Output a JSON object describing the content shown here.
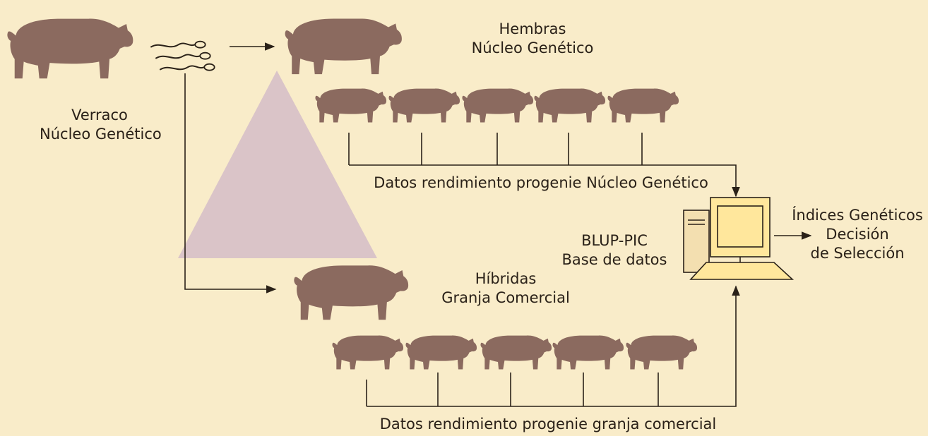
{
  "labels": {
    "boar": [
      "Verraco",
      "Núcleo Genético"
    ],
    "nucleus_females": [
      "Hembras",
      "Núcleo Genético"
    ],
    "hybrids": [
      "Híbridas",
      "Granja Comercial"
    ],
    "database": [
      "BLUP-PIC",
      "Base de datos"
    ],
    "output": [
      "Índices Genéticos",
      "Decisión",
      "de Selección"
    ],
    "nucleus_progeny_data": "Datos rendimiento progenie Núcleo Genético",
    "commercial_progeny_data": "Datos rendimiento progenie granja comercial"
  },
  "icons": {
    "boar": "pig-icon",
    "semen": "sperm-cells-icon",
    "female": "pig-icon",
    "progeny": "piglet-icon",
    "database": "computer-icon",
    "pyramid": "breeding-pyramid"
  },
  "colors": {
    "background": "#f9ecc9",
    "animal": "#8b6a5f",
    "pyramid": "#d8c2c8",
    "line": "#2a2118",
    "monitor": "#ffe79c"
  }
}
